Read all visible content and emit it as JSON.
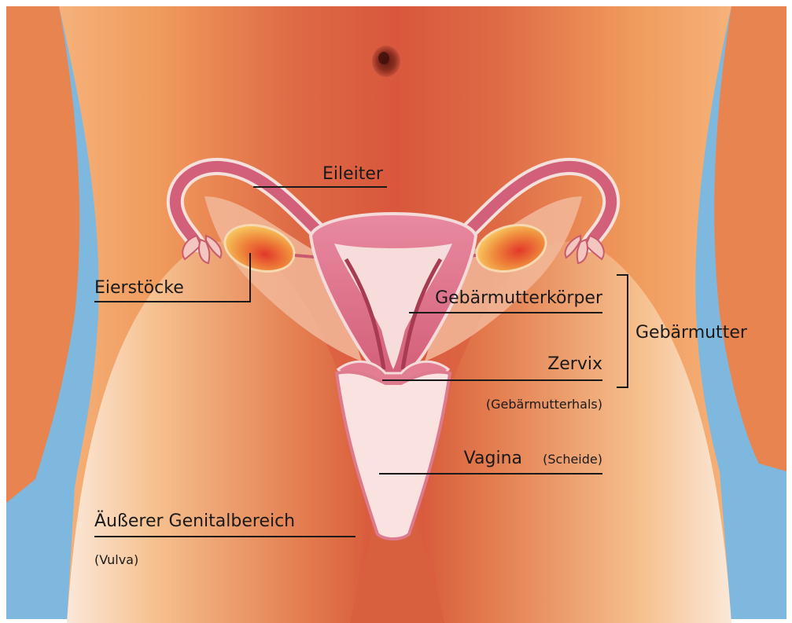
{
  "labels": {
    "eileiter": "Eileiter",
    "eierstoecke": "Eierstöcke",
    "gebaermutterkoerper": "Gebärmutterkörper",
    "gebaermutter": "Gebärmutter",
    "zervix": "Zervix",
    "zervix_sub": "(Gebärmutterhals)",
    "vagina": "Vagina",
    "vagina_sub": "(Scheide)",
    "vulva": "Äußerer Genitalbereich",
    "vulva_sub": "(Vulva)"
  },
  "colors": {
    "background": "#7fb8de",
    "skin_center": "#d95c40",
    "skin_edge": "#f0a468",
    "uterus_pink": "#dd6a82",
    "uterus_light": "#f7d6d6",
    "ovary": "#e8452a",
    "label_text": "#1a1a1a"
  }
}
